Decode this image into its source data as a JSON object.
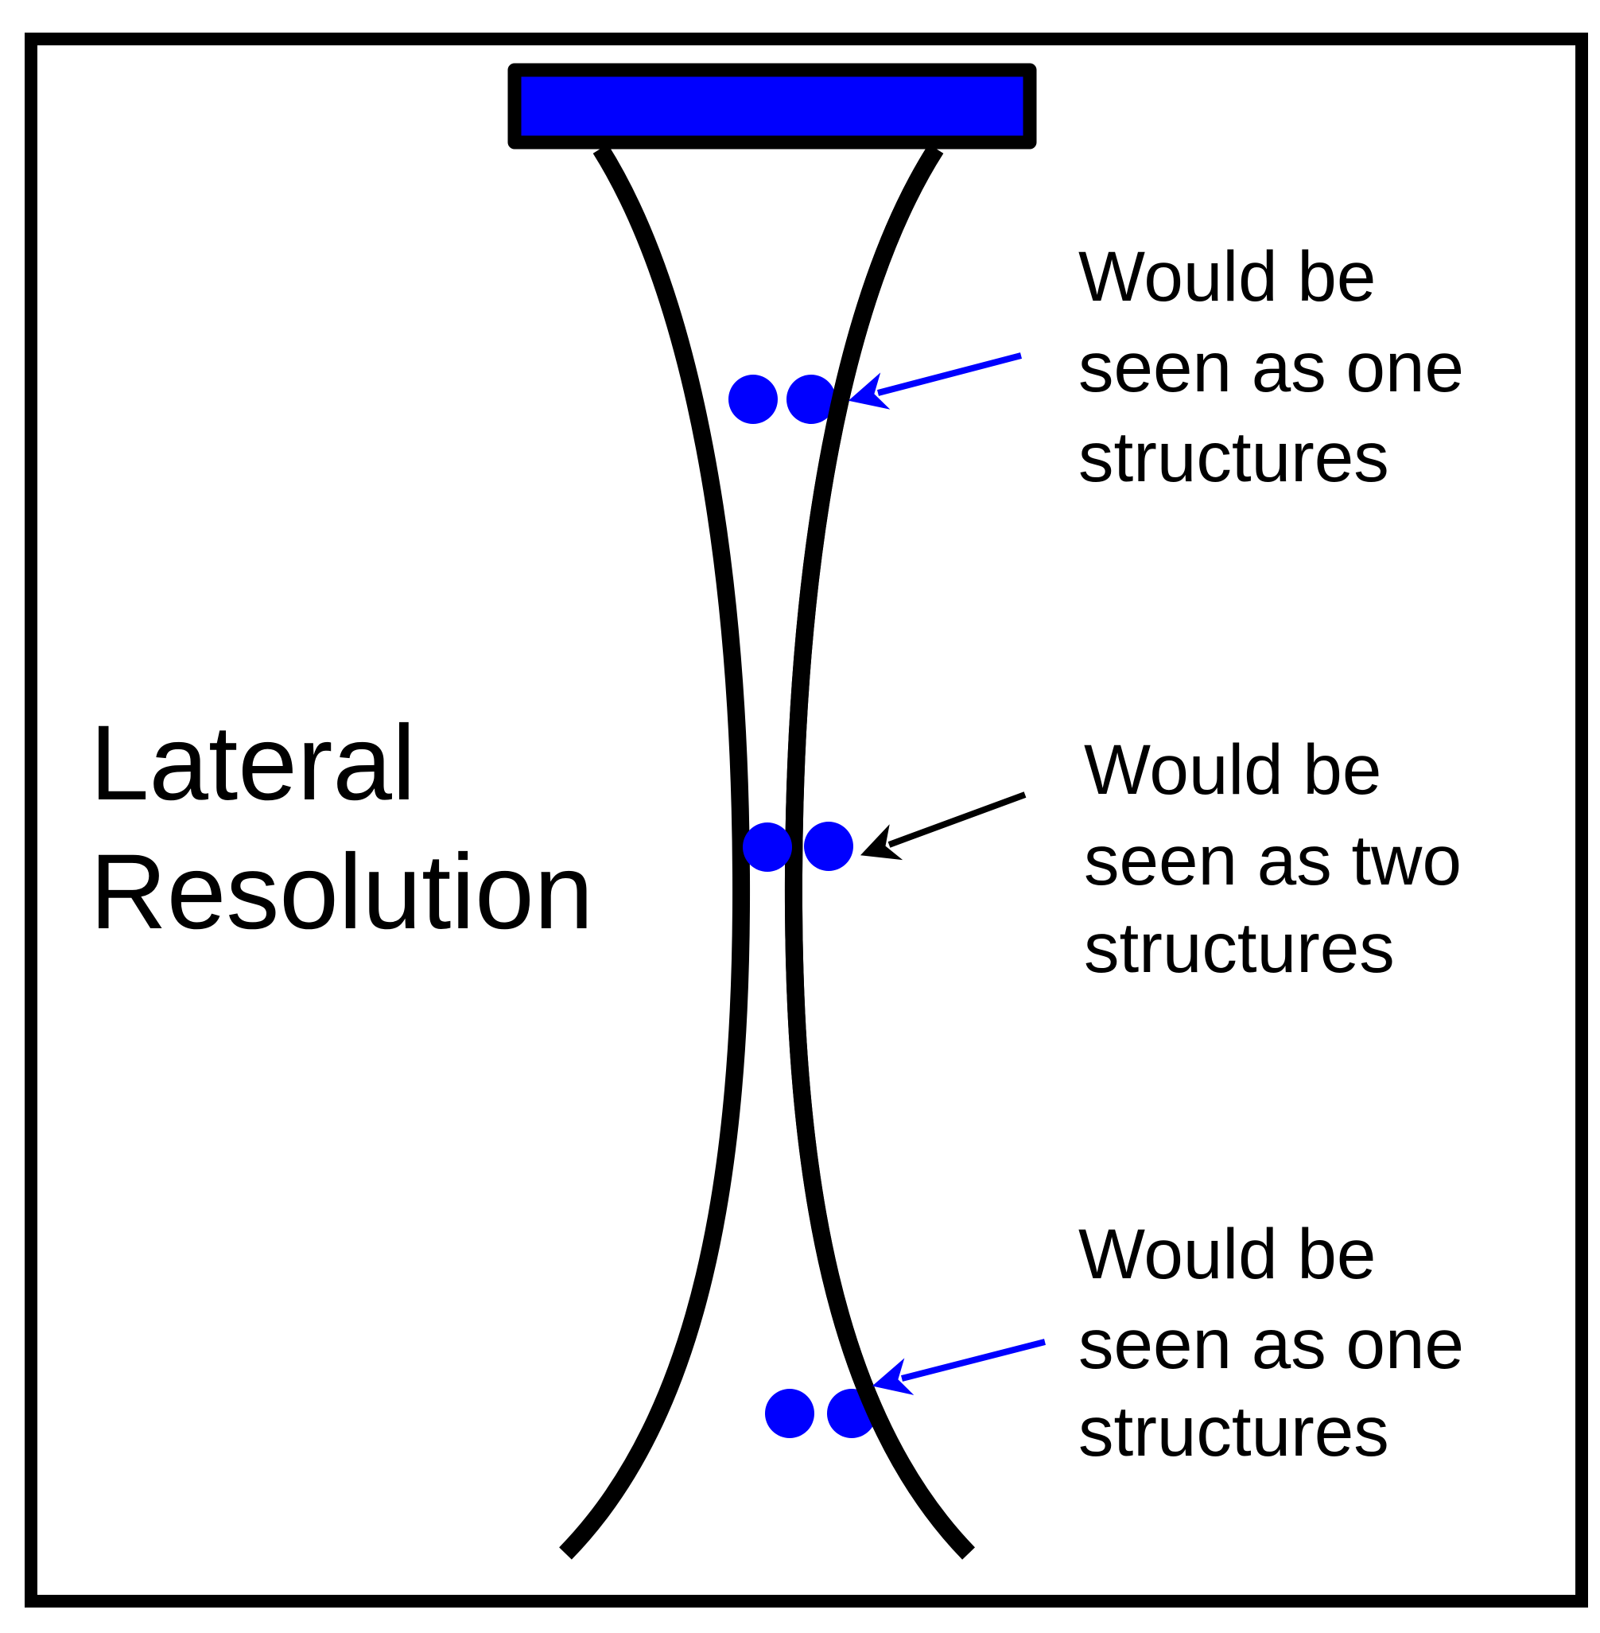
{
  "diagram": {
    "title_lines": [
      "Lateral",
      "Resolution"
    ],
    "transducer": {
      "fill": "#0000ff",
      "stroke": "#000000"
    },
    "beam": {
      "stroke": "#000000"
    },
    "dot_color": "#0000ff",
    "annotations": [
      {
        "lines": [
          "Would be",
          "seen as one",
          "structures"
        ],
        "arrow_color": "#0000ff",
        "reflector_pair": "near-field"
      },
      {
        "lines": [
          "Would be",
          "seen as two",
          "structures"
        ],
        "arrow_color": "#000000",
        "reflector_pair": "focal-zone"
      },
      {
        "lines": [
          "Would be",
          "seen as one",
          "structures"
        ],
        "arrow_color": "#0000ff",
        "reflector_pair": "far-field"
      }
    ]
  }
}
